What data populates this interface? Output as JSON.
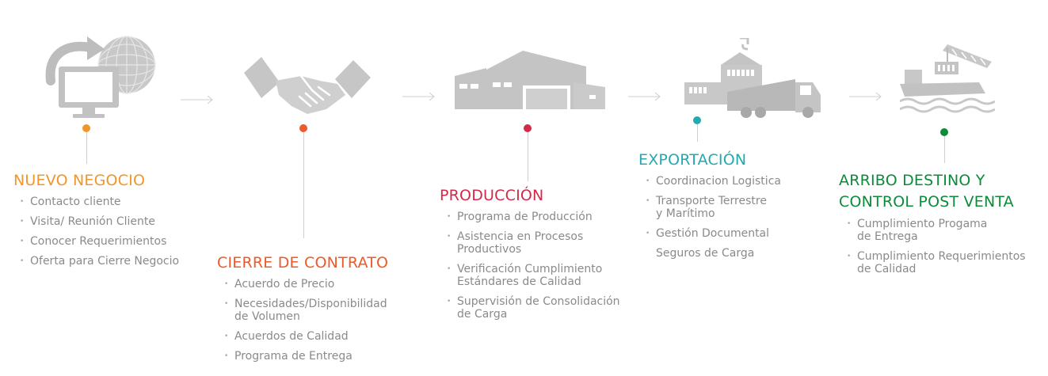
{
  "stages": [
    {
      "id": "nuevo-negocio",
      "title": "NUEVO NEGOCIO",
      "color": "#f0962b",
      "icon": "computer-globe-icon",
      "items": [
        "Contacto cliente",
        "Visita/ Reunión Cliente",
        "Conocer Requerimientos",
        "Oferta para Cierre Negocio"
      ]
    },
    {
      "id": "cierre-contrato",
      "title": "CIERRE DE CONTRATO",
      "color": "#ee5a2a",
      "icon": "handshake-icon",
      "items": [
        "Acuerdo de Precio",
        "Necesidades/Disponibilidad\nde Volumen",
        "Acuerdos de Calidad",
        "Programa de Entrega"
      ]
    },
    {
      "id": "produccion",
      "title": "PRODUCCIÓN",
      "color": "#d42a4a",
      "icon": "factory-icon",
      "items": [
        "Programa de Producción",
        "Asistencia en Procesos\nProductivos",
        "Verificación Cumplimiento\nEstándares de Calidad",
        "Supervisión de Consolidación\nde Carga"
      ]
    },
    {
      "id": "exportacion",
      "title": "EXPORTACIÓN",
      "color": "#22aab0",
      "icon": "truck-port-icon",
      "items": [
        "Coordinacion Logistica",
        "Transporte Terrestre\ny Marítimo",
        "Gestión  Documental",
        "Seguros de Carga"
      ]
    },
    {
      "id": "arribo-destino",
      "title": "ARRIBO DESTINO Y\nCONTROL POST VENTA",
      "color": "#0d8b3a",
      "icon": "ship-crane-icon",
      "items": [
        "Cumplimiento Progama\nde Entrega",
        "Cumplimiento Requerimientos\nde Calidad"
      ]
    }
  ]
}
